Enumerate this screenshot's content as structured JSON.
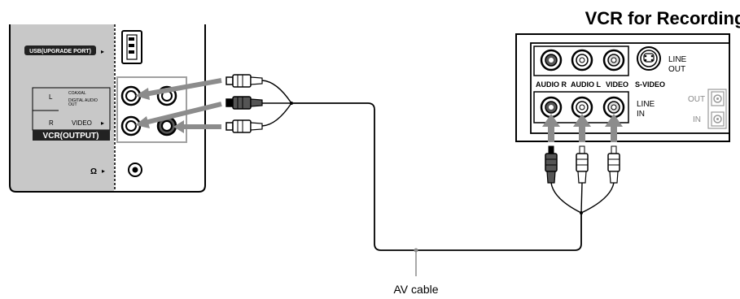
{
  "tv_panel": {
    "usb_label": "USB(UPGRADE PORT)",
    "coaxial_label": "COAXIAL",
    "digital_audio_label_1": "DIGITAL AUDIO",
    "digital_audio_label_2": "OUT",
    "left_label": "L",
    "right_label": "R",
    "video_label": "VIDEO",
    "vcr_output_label": "VCR(OUTPUT)",
    "headphone_symbol": "Ω",
    "arrow_glyph": "▸"
  },
  "vcr": {
    "title": "VCR for Recording",
    "audio_r_label": "AUDIO R",
    "audio_l_label": "AUDIO L",
    "video_label": "VIDEO",
    "svideo_label": "S-VIDEO",
    "line_label": "LINE",
    "out_label": "OUT",
    "in_label": "IN",
    "rf_out_label": "OUT",
    "rf_in_label": "IN"
  },
  "cable": {
    "caption": "AV cable"
  },
  "colors": {
    "panel_gray": "#c8c8c8",
    "arrow_gray": "#8c8c8c",
    "black": "#000000",
    "white": "#ffffff"
  }
}
